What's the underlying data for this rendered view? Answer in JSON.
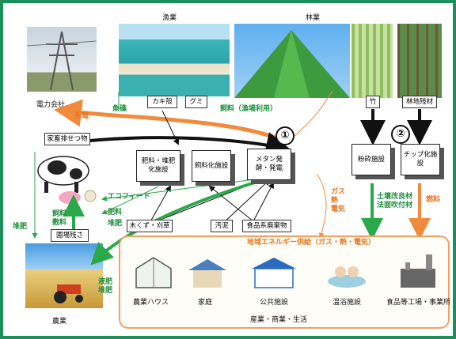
{
  "headers": {
    "fishery": "漁業",
    "forestry": "林業"
  },
  "photos": {
    "power_company": "電力会社",
    "farming": "農業",
    "oyster": "カキ殻",
    "gumi": "グミ",
    "bamboo": "竹",
    "forest_residue": "林地残材"
  },
  "boxes": {
    "manure": "家畜排せつ物",
    "fertilizer_facility": "肥料・堆肥化施設",
    "feed_facility": "飼料化施設",
    "methane": "メタン発酵・発電",
    "crushing": "粉砕施設",
    "chip": "チップ化施設",
    "wood_grass": "木くず・刈草",
    "sludge": "汚泥",
    "food_waste": "食品系廃棄物",
    "farm_residue": "圃場残さ"
  },
  "labels": {
    "power_sale": "売電",
    "fish_reef": "魚礁",
    "feed_fishery": "飼料（漁場利用）",
    "eco_feed": "エコフィード",
    "feed_bedding": "飼料\n敷料",
    "compost1": "堆肥",
    "compost2": "堆肥",
    "fertilizer": "肥料",
    "gas_heat_elec": "ガス\n熱\n電気",
    "soil_material": "土壌改良材\n法面吹付材",
    "fuel": "燃料",
    "liquid_fertilizer": "液肥\n堆肥",
    "num1": "①",
    "num2": "②"
  },
  "supply": {
    "title": "地域エネルギー供給（ガス・熱・電気）",
    "items": [
      "農業ハウス",
      "家庭",
      "公共施設",
      "温浴施設",
      "食品等工場・事業所"
    ],
    "footer": "産業・商業・生活"
  },
  "colors": {
    "green": "#2aa84a",
    "orange": "#f08a3c",
    "black": "#111111",
    "frame": "#1a8f5a"
  }
}
